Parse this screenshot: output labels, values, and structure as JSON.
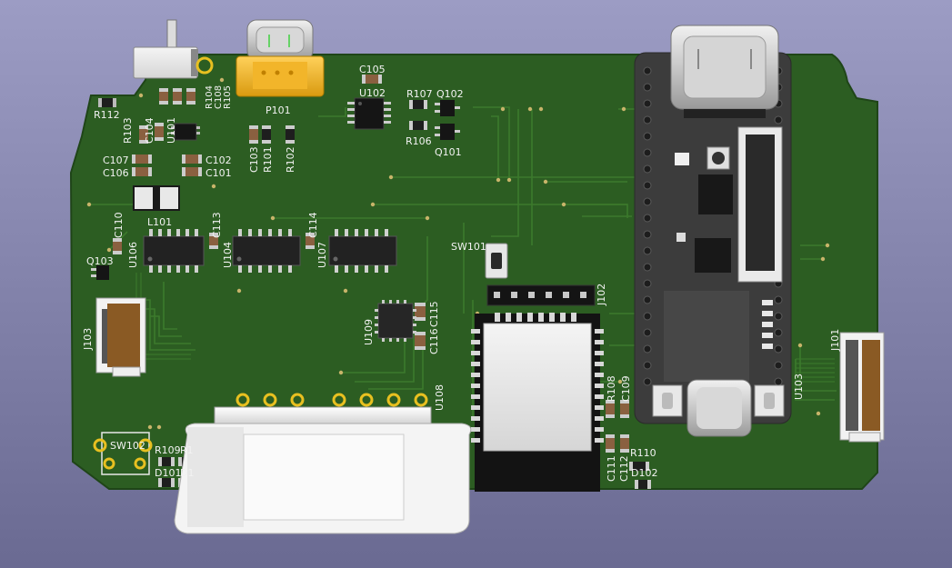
{
  "viewer": {
    "background_top": "#9c9cc4",
    "background_bottom": "#6a6a92"
  },
  "board": {
    "pcb_color": "#2c5d22",
    "trace_color": "#3c7a2c",
    "silk_color": "#f2f2f2"
  },
  "labels": {
    "r112": "R112",
    "r103": "R103",
    "c104": "C104",
    "u101": "U101",
    "r104": "R104",
    "c108": "C108",
    "r105": "R105",
    "p101": "P101",
    "c103": "C103",
    "r101": "R101",
    "r102": "R102",
    "c105": "C105",
    "u102": "U102",
    "r107": "R107",
    "q102": "Q102",
    "r106": "R106",
    "q101": "Q101",
    "c107": "C107",
    "c106": "C106",
    "c102": "C102",
    "c101": "C101",
    "l101": "L101",
    "c110": "C110",
    "c113": "C113",
    "c114": "C114",
    "u106": "U106",
    "u104": "U104",
    "u107": "U107",
    "q103": "Q103",
    "sw101": "SW101",
    "j102": "J102",
    "j103": "J103",
    "u109": "U109",
    "c116": "C116",
    "c115": "C115",
    "u108": "U108",
    "r108": "R108",
    "c109": "C109",
    "r110": "R110",
    "c111": "C111",
    "c112": "C112",
    "d102": "D102",
    "j101": "J101",
    "u103": "U103",
    "sw102": "SW102",
    "r109": "R109",
    "r1x": "R1",
    "d101": "D101",
    "d1x": "D1"
  }
}
